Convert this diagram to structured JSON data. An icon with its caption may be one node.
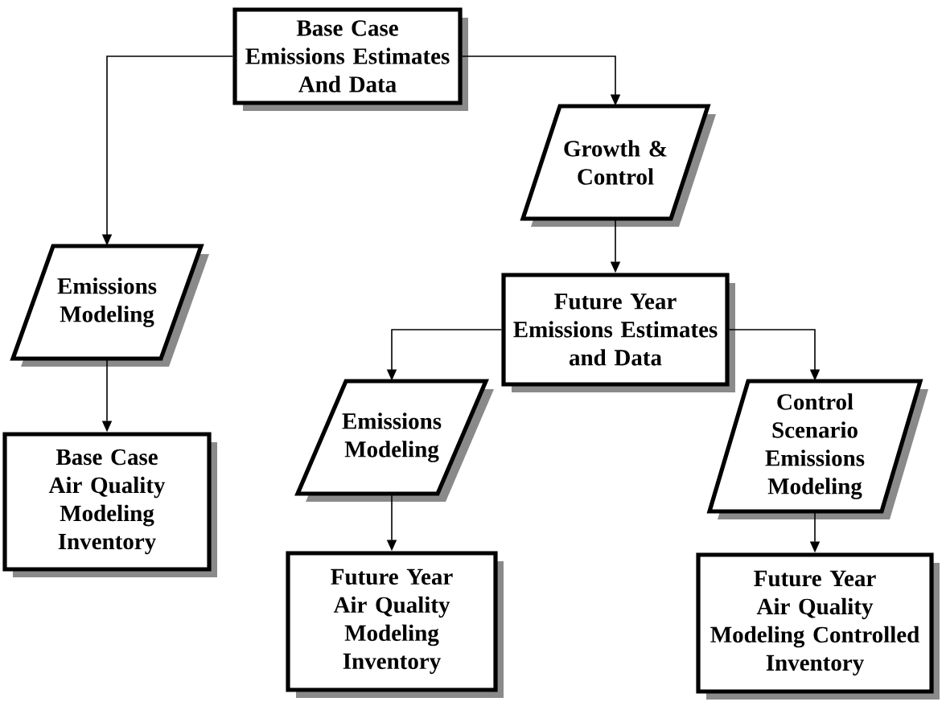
{
  "diagram": {
    "nodes": [
      {
        "text": [
          "Base Case Emissions Estimates And Data"
        ]
      },
      {
        "text": [
          "Growth & Control"
        ]
      },
      {
        "text": [
          "Emissions Modeling"
        ]
      },
      {
        "text": [
          "Future Year Emissions Estimates and Data"
        ]
      },
      {
        "text": [
          "Emissions Modeling"
        ]
      },
      {
        "text": [
          "Control Scenario Emissions Modeling"
        ]
      },
      {
        "text": [
          "Base Case Air Quality Modeling Inventory"
        ]
      },
      {
        "text": [
          "Future Year Air Quality Modeling Inventory"
        ]
      },
      {
        "text": [
          "Future Year Air Quality Modeling Controlled Inventory"
        ]
      }
    ],
    "edges": [
      {
        "from": 0,
        "to": 1,
        "arrow": "to"
      },
      {
        "from": 0,
        "to": 2,
        "arrow": "to"
      },
      {
        "from": 1,
        "to": 3,
        "arrow": "to"
      },
      {
        "from": 2,
        "to": 6,
        "arrow": "to"
      },
      {
        "from": 3,
        "to": 4,
        "arrow": "to"
      },
      {
        "from": 3,
        "to": 5,
        "arrow": "to"
      },
      {
        "from": 4,
        "to": 7,
        "arrow": "to"
      },
      {
        "from": 5,
        "to": 8,
        "arrow": "to"
      }
    ]
  }
}
